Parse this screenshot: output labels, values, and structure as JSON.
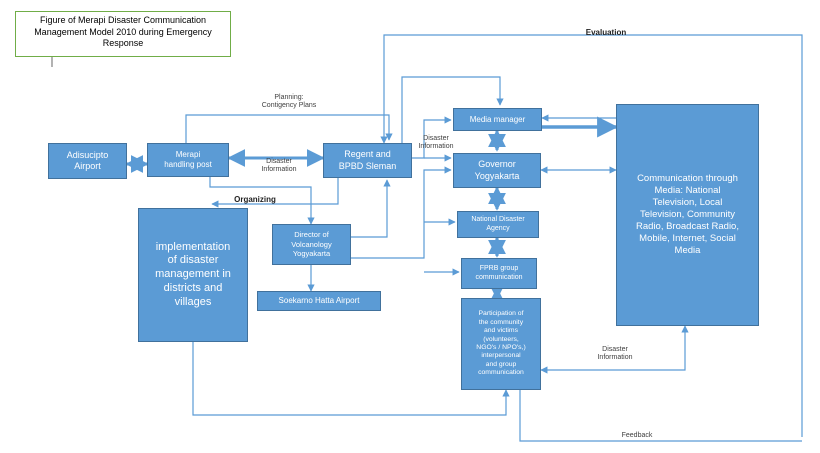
{
  "title": "Figure of Merapi Disaster Communication\nManagement Model 2010 during Emergency\nResponse",
  "colors": {
    "box_fill": "#5b9bd5",
    "box_border": "#41719c",
    "arrow": "#5b9bd5",
    "title_border": "#70ad47"
  },
  "nodes": {
    "adisucipto": "Adisucipto\nAirport",
    "merapi_post": "Merapi\nhandling post",
    "regent": "Regent and\nBPBD Sleman",
    "implementation": "implementation\nof disaster\nmanagement in\ndistricts and\nvillages",
    "volcanology": "Director of\nVolcanology\nYogyakarta",
    "soekarno": "Soekarno Hatta Airport",
    "media_manager": "Media manager",
    "governor": "Governor\nYogyakarta",
    "national_agency": "National Disaster\nAgency",
    "fprb": "FPRB group\ncommunication",
    "participation": "Participation of\nthe community\nand victims\n(volunteers,\nNGO's / NPO's,)\ninterpersonal\nand group\ncommunication",
    "communication_media": "Communication through\nMedia: National\nTelevision, Local\nTelevision, Community\nRadio, Broadcast Radio,\nMobile, Internet, Social\nMedia"
  },
  "labels": {
    "evaluation": "Evaluation",
    "planning": "Planning:\nContigency Plans",
    "disaster_info_1": "Disaster\nInformation",
    "disaster_info_2": "Disaster\nInformation",
    "disaster_info_3": "Disaster\nInformation",
    "organizing": "Organizing",
    "feedback": "Feedback"
  }
}
